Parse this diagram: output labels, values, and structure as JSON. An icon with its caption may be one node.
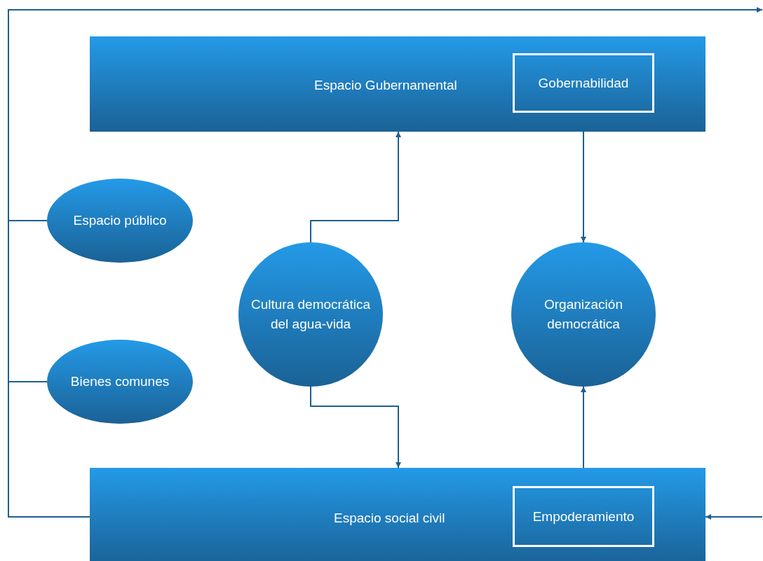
{
  "diagram": {
    "nodes": [
      {
        "text": [
          "Espacio Gubernamental"
        ]
      },
      {
        "text": [
          "Gobernabilidad"
        ],
        "in": 0
      },
      {
        "text": [
          "Espacio público"
        ]
      },
      {
        "text": [
          "Bienes comunes"
        ]
      },
      {
        "text": [
          "Cultura democrática del agua-vida"
        ]
      },
      {
        "text": [
          "Organización democrática"
        ]
      },
      {
        "text": [
          "Espacio social civil"
        ]
      },
      {
        "text": [
          "Empoderamiento"
        ],
        "in": 6
      }
    ],
    "edges": [
      {
        "from": 4,
        "to": 0,
        "arrow": "to"
      },
      {
        "from": 4,
        "to": 6,
        "arrow": "to"
      },
      {
        "from": 1,
        "to": 5,
        "arrow": "to"
      },
      {
        "from": 7,
        "to": 5,
        "arrow": "to"
      },
      {
        "from": 6,
        "to": null,
        "arrow": "to"
      },
      {
        "from": null,
        "to": 6,
        "arrow": "to"
      },
      {
        "from": 6,
        "to": 2,
        "arrow": "none"
      },
      {
        "from": 6,
        "to": 3,
        "arrow": "none"
      }
    ]
  }
}
